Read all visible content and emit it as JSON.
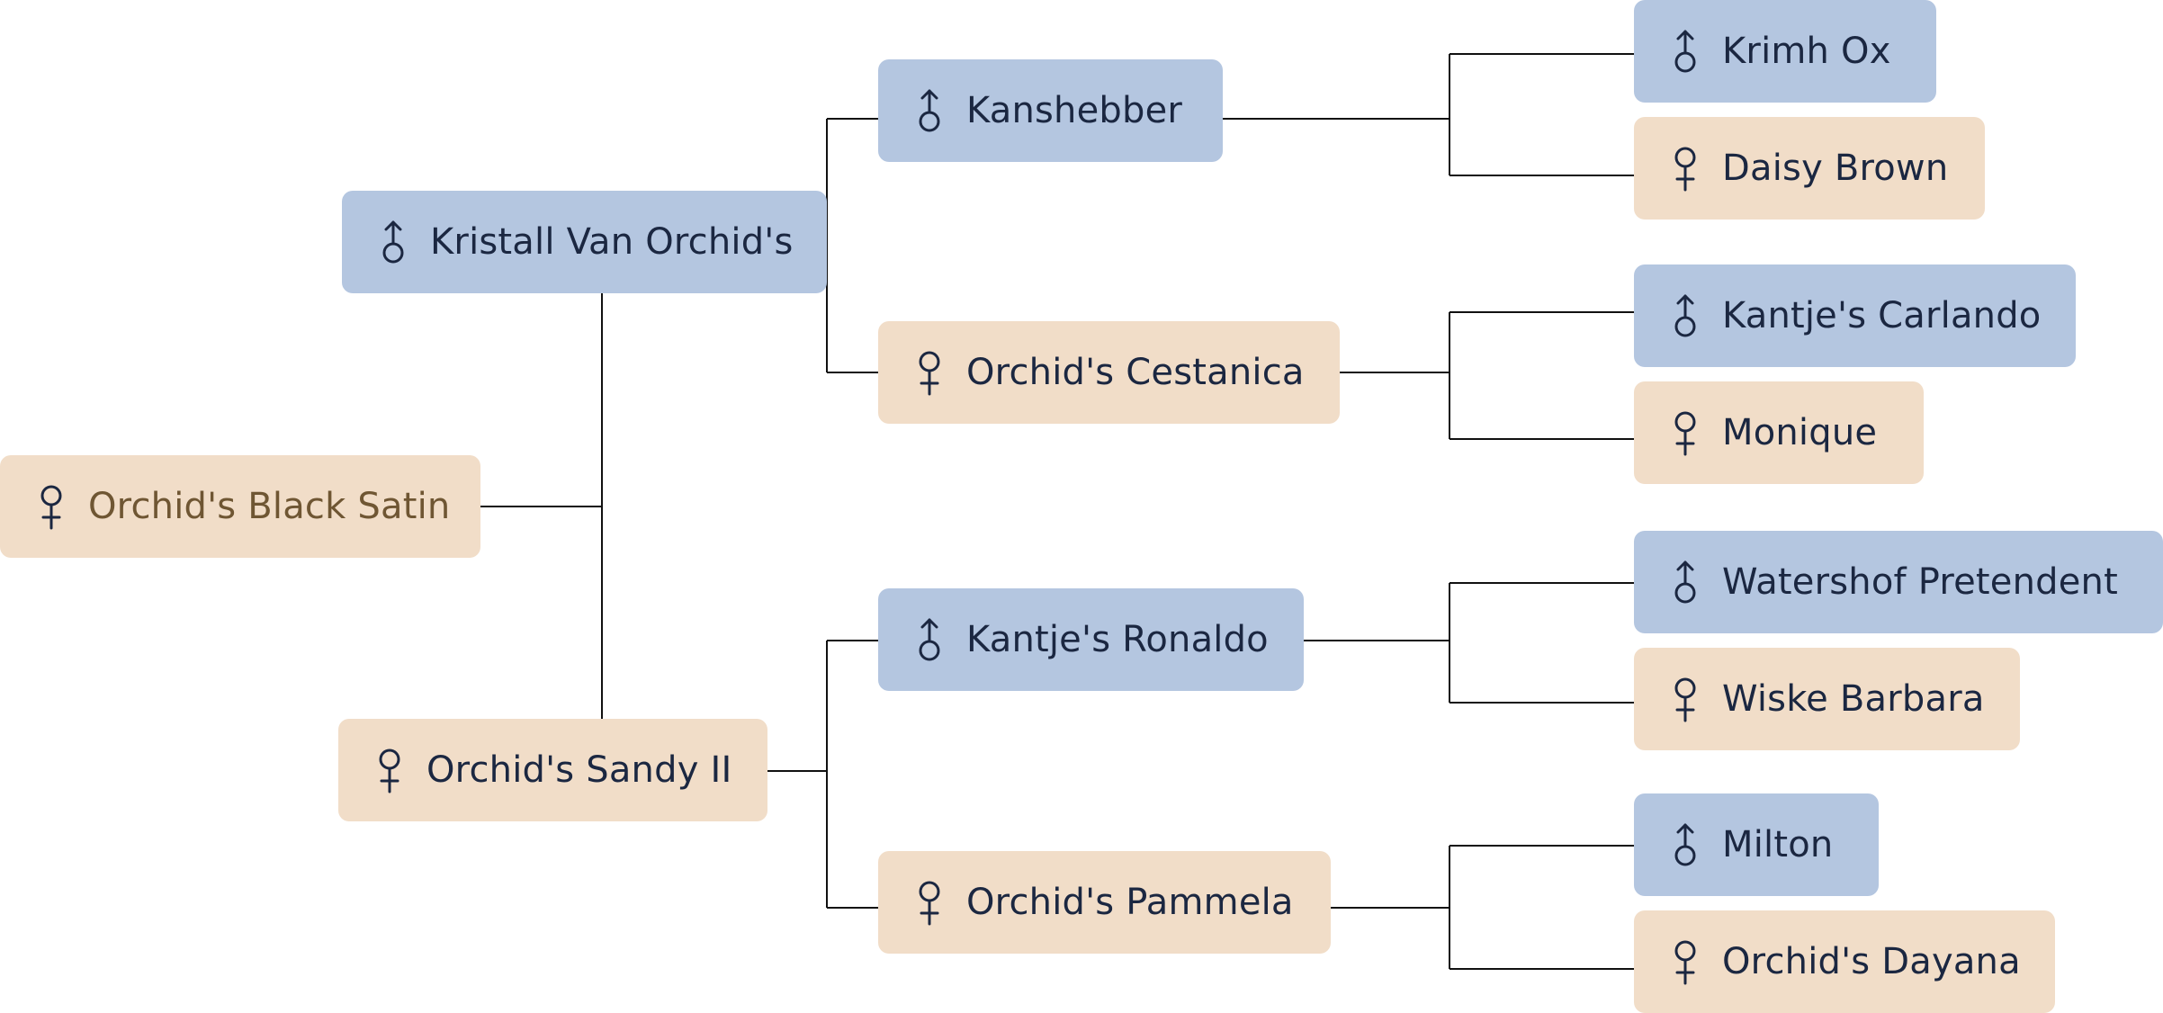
{
  "colors": {
    "male_bg": "#b4c6e0",
    "female_bg": "#f1ddc8",
    "text": "#1b2741",
    "root_text": "#6f5633",
    "line": "#111111"
  },
  "pedigree": {
    "root": {
      "name": "Orchid's Black Satin",
      "sex": "female",
      "icon": "female-symbol-icon"
    },
    "sire": {
      "name": "Kristall Van Orchid's",
      "sex": "male",
      "icon": "male-symbol-icon"
    },
    "dam": {
      "name": "Orchid's Sandy II",
      "sex": "female",
      "icon": "female-symbol-icon"
    },
    "sire_sire": {
      "name": "Kanshebber",
      "sex": "male",
      "icon": "male-symbol-icon"
    },
    "sire_dam": {
      "name": "Orchid's Cestanica",
      "sex": "female",
      "icon": "female-symbol-icon"
    },
    "dam_sire": {
      "name": "Kantje's Ronaldo",
      "sex": "male",
      "icon": "male-symbol-icon"
    },
    "dam_dam": {
      "name": "Orchid's Pammela",
      "sex": "female",
      "icon": "female-symbol-icon"
    },
    "ss_sire": {
      "name": "Krimh Ox",
      "sex": "male",
      "icon": "male-symbol-icon"
    },
    "ss_dam": {
      "name": "Daisy Brown",
      "sex": "female",
      "icon": "female-symbol-icon"
    },
    "sd_sire": {
      "name": "Kantje's Carlando",
      "sex": "male",
      "icon": "male-symbol-icon"
    },
    "sd_dam": {
      "name": "Monique",
      "sex": "female",
      "icon": "female-symbol-icon"
    },
    "ds_sire": {
      "name": "Watershof Pretendent",
      "sex": "male",
      "icon": "male-symbol-icon"
    },
    "ds_dam": {
      "name": "Wiske Barbara",
      "sex": "female",
      "icon": "female-symbol-icon"
    },
    "dd_sire": {
      "name": "Milton",
      "sex": "male",
      "icon": "male-symbol-icon"
    },
    "dd_dam": {
      "name": "Orchid's Dayana",
      "sex": "female",
      "icon": "female-symbol-icon"
    }
  }
}
